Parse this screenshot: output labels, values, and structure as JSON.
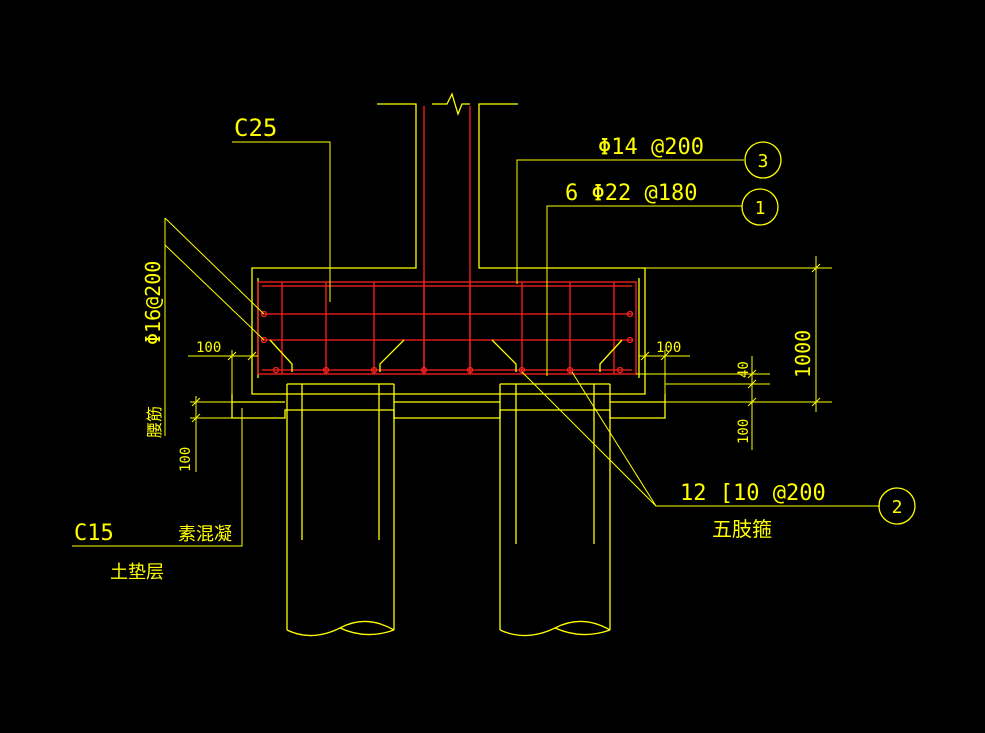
{
  "colors": {
    "background": "#000000",
    "outline": "#ffff00",
    "rebar": "#ff2020",
    "text": "#ffff00"
  },
  "labels": {
    "concrete_grade": "C25",
    "rebar_3": "Φ14 @200",
    "rebar_1": "6 Φ22 @180",
    "rebar_2": "12 [10 @200",
    "side_bar": "Φ16@200",
    "side_bar_note": "腰筋",
    "stirrup_type": "五肢箍",
    "lean_concrete_grade": "C15",
    "lean_concrete": "素混凝",
    "cushion_layer": "土垫层",
    "dim_left_100": "100",
    "dim_right_100": "100",
    "dim_bottom_left_100": "100",
    "dim_bottom_right_100": "100",
    "dim_40": "40",
    "dim_1000": "1000"
  },
  "callouts": {
    "one": "1",
    "two": "2",
    "three": "3"
  }
}
